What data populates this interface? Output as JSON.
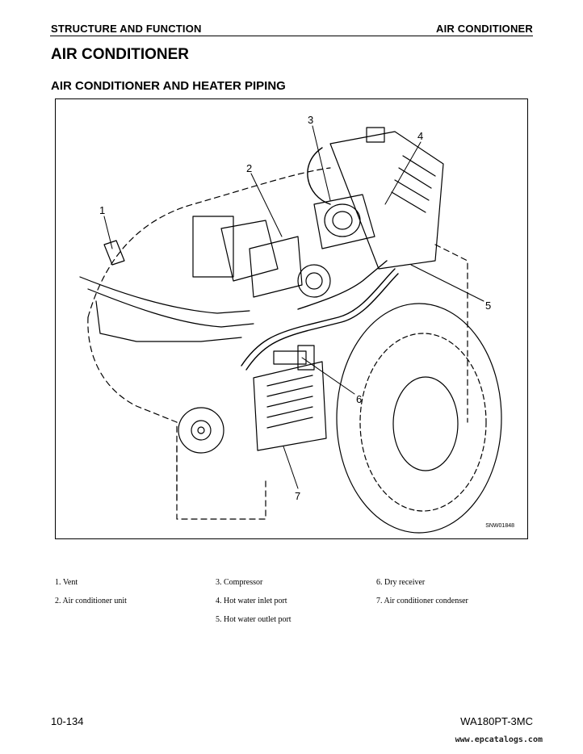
{
  "header": {
    "section": "STRUCTURE AND FUNCTION",
    "topic": "AIR CONDITIONER"
  },
  "page_title": "AIR CONDITIONER",
  "section_title": "AIR CONDITIONER AND HEATER PIPING",
  "figure": {
    "code": "SNW01848",
    "callouts": [
      "1",
      "2",
      "3",
      "4",
      "5",
      "6",
      "7"
    ]
  },
  "legend": [
    "1. Vent",
    "2. Air conditioner unit",
    "3. Compressor",
    "4. Hot water inlet port",
    "5. Hot water outlet port",
    "6. Dry receiver",
    "7. Air conditioner condenser"
  ],
  "footer": {
    "page_number": "10-134",
    "model": "WA180PT-3MC"
  },
  "watermark": "www.epcatalogs.com"
}
